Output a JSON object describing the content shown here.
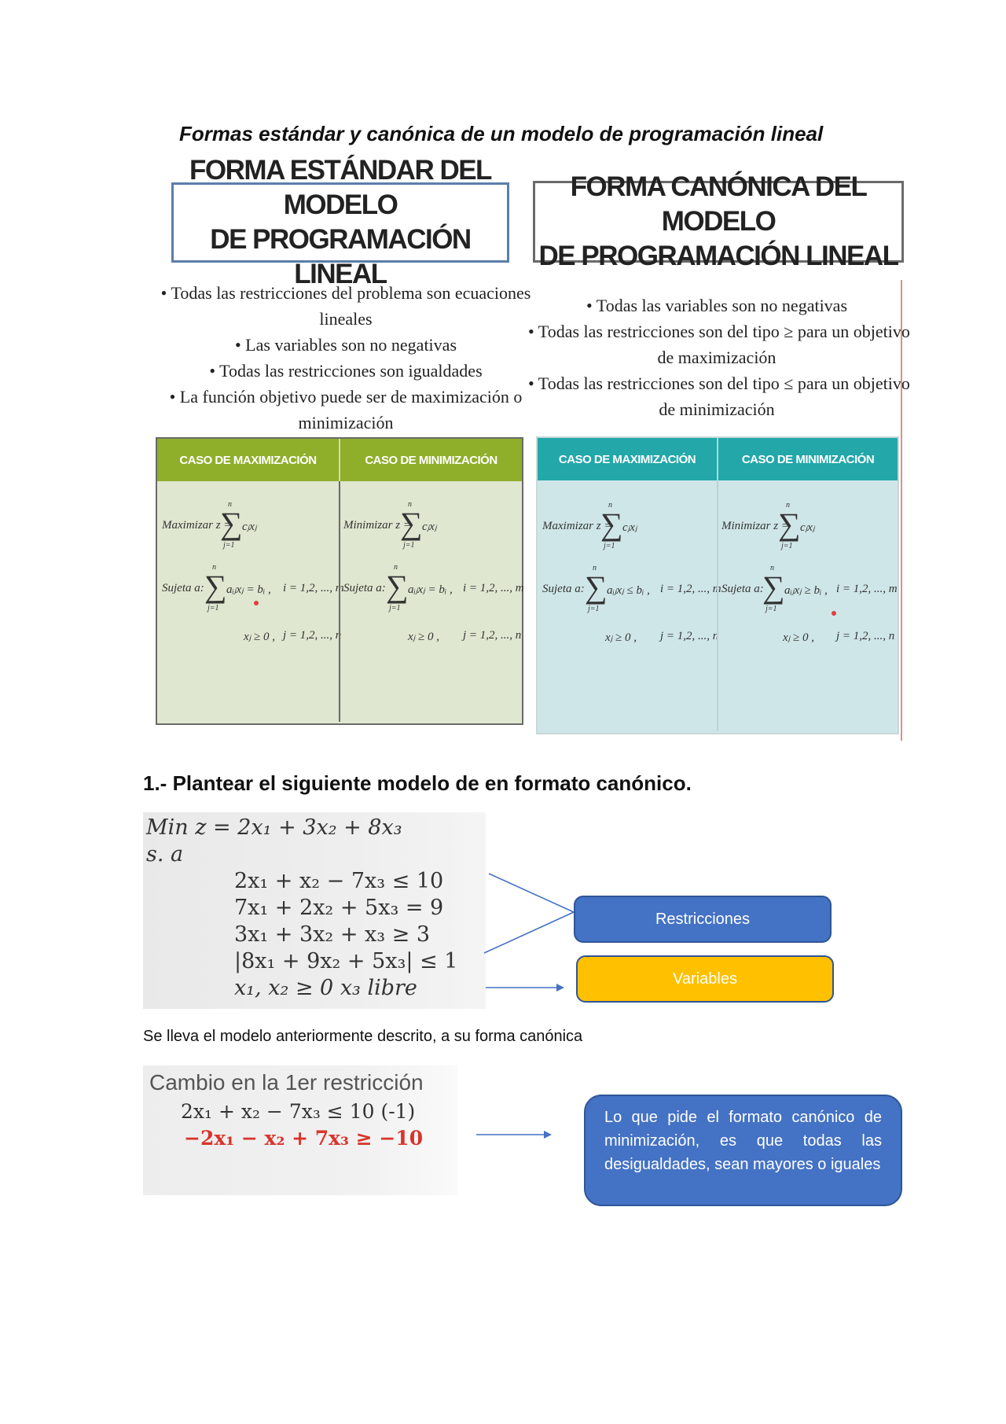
{
  "title": "Formas estándar y canónica de un modelo de programación lineal",
  "standard": {
    "heading_line1": "FORMA ESTÁNDAR DEL MODELO",
    "heading_line2": "DE PROGRAMACIÓN LINEAL",
    "bullets": [
      "•  Todas las restricciones del problema son ecuaciones",
      "lineales",
      "•  Las variables son no negativas",
      "•  Todas las restricciones son igualdades",
      "•  La función objetivo puede ser de maximización o",
      "minimización"
    ],
    "table": {
      "col_max": "CASO DE MAXIMIZACIÓN",
      "col_min": "CASO DE MINIMIZACIÓN",
      "max_obj": "Maximizar z =",
      "min_obj": "Minimizar z =",
      "sum_obj": "cⱼxⱼ",
      "subject": "Sujeta a:",
      "constraint_eq": "aᵢⱼxⱼ = bᵢ ,",
      "index_i": "i = 1,2, ..., m",
      "nonneg": "xⱼ ≥ 0 ,",
      "index_j": "j = 1,2, ..., n",
      "upper": "n",
      "lower": "j=1"
    }
  },
  "canonical": {
    "heading_line1": "FORMA CANÓNICA DEL MODELO",
    "heading_line2": "DE PROGRAMACIÓN LINEAL",
    "bullets": [
      "•  Todas las variables son no negativas",
      "•  Todas las restricciones son del tipo ≥ para un objetivo",
      "de maximización",
      "•  Todas las restricciones son del tipo ≤ para un objetivo",
      "de minimización"
    ],
    "table": {
      "col_max": "CASO DE MAXIMIZACIÓN",
      "col_min": "CASO DE MINIMIZACIÓN",
      "max_obj": "Maximizar z =",
      "min_obj": "Minimizar z =",
      "sum_obj": "cⱼxⱼ",
      "subject": "Sujeta a:",
      "constraint_le": "aᵢⱼxⱼ ≤ bᵢ ,",
      "constraint_ge": "aᵢⱼxⱼ ≥ bᵢ ,",
      "index_i": "i = 1,2, ..., m",
      "nonneg": "xⱼ ≥ 0 ,",
      "index_j": "j = 1,2, ..., n",
      "upper": "n",
      "lower": "j=1"
    }
  },
  "question": {
    "title": "1.- Plantear el siguiente modelo de en formato canónico.",
    "model": {
      "objective": "Min z = 2x₁ + 3x₂ + 8x₃",
      "sa": "s. a",
      "c1": "2x₁ + x₂ − 7x₃ ≤ 10",
      "c2": "7x₁ + 2x₂ + 5x₃ = 9",
      "c3": "3x₁ + 3x₂ + x₃ ≥ 3",
      "c4": "|8x₁ + 9x₂ + 5x₃| ≤ 1",
      "vars": "x₁, x₂ ≥ 0     x₃ libre"
    },
    "label_restrictions": "Restricciones",
    "label_variables": "Variables",
    "paragraph": "Se lleva el modelo anteriormente descrito, a su forma canónica",
    "change": {
      "title": "Cambio en la 1er restricción",
      "original": "2x₁ + x₂ − 7x₃ ≤ 10  (-1)",
      "result": "−2x₁ − x₂ + 7x₃ ≥ −10"
    },
    "note": "Lo que pide el formato canónico de minimización, es que todas las desigualdades, sean mayores o iguales"
  },
  "colors": {
    "green_header": "#8fae2a",
    "green_body": "#dfe7d0",
    "teal_header": "#23a7a9",
    "teal_body": "#cfe6e8",
    "blue_box": "#4472c4",
    "yellow_box": "#ffc000",
    "red_text": "#d9342b"
  }
}
